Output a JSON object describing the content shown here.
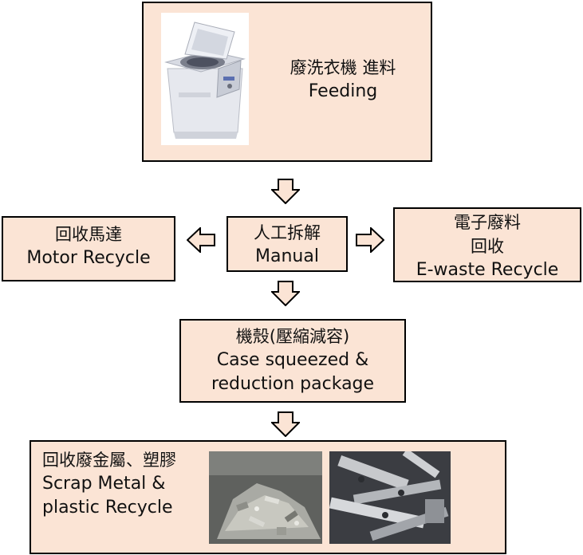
{
  "feeding": {
    "zh": "廢洗衣機 進料",
    "en": "Feeding"
  },
  "manual": {
    "zh": "人工拆解",
    "en": "Manual"
  },
  "motor": {
    "zh": "回收馬達",
    "en": "Motor Recycle"
  },
  "ewaste": {
    "zh1": "電子廢料",
    "zh2": "回收",
    "en": "E-waste Recycle"
  },
  "case": {
    "zh": "機殼(壓縮減容)",
    "en1": "Case squeezed &",
    "en2": "reduction package"
  },
  "scrap": {
    "zh": "回收廢金屬、塑膠",
    "en1": "Scrap Metal &",
    "en2": "plastic Recycle"
  },
  "colors": {
    "box_fill": "#fbe4d5",
    "border": "#000000",
    "arrow_fill": "#fbe4d5"
  }
}
